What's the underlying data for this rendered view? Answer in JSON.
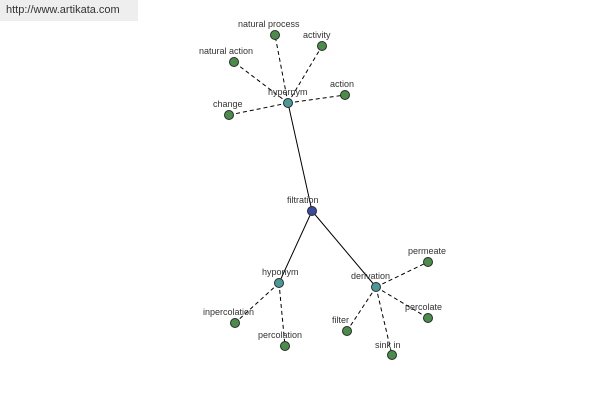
{
  "header": {
    "source_url": "http://www.artikata.com"
  },
  "colors": {
    "leaf_fill": "#4a8c4a",
    "relation_fill": "#4a9999",
    "root_fill": "#3a4aa0",
    "node_stroke": "#2a2a2a",
    "edge": "#000000"
  },
  "graph": {
    "root": {
      "id": "filtration",
      "label": "filtration",
      "kind": "root"
    },
    "relations": [
      {
        "id": "hypernym",
        "label": "hypernym",
        "kind": "relation"
      },
      {
        "id": "hyponym",
        "label": "hyponym",
        "kind": "relation"
      },
      {
        "id": "derivation",
        "label": "derivation",
        "kind": "relation"
      }
    ],
    "leaves": [
      {
        "id": "natural-process",
        "label": "natural process",
        "parent": "hypernym"
      },
      {
        "id": "activity",
        "label": "activity",
        "parent": "hypernym"
      },
      {
        "id": "natural-action",
        "label": "natural action",
        "parent": "hypernym"
      },
      {
        "id": "action",
        "label": "action",
        "parent": "hypernym"
      },
      {
        "id": "change",
        "label": "change",
        "parent": "hypernym"
      },
      {
        "id": "inpercolation",
        "label": "inpercolation",
        "parent": "hyponym"
      },
      {
        "id": "percolation",
        "label": "percolation",
        "parent": "hyponym"
      },
      {
        "id": "permeate",
        "label": "permeate",
        "parent": "derivation"
      },
      {
        "id": "percolate",
        "label": "percolate",
        "parent": "derivation"
      },
      {
        "id": "filter",
        "label": "filter",
        "parent": "derivation"
      },
      {
        "id": "sink-in",
        "label": "sink in",
        "parent": "derivation"
      }
    ]
  }
}
